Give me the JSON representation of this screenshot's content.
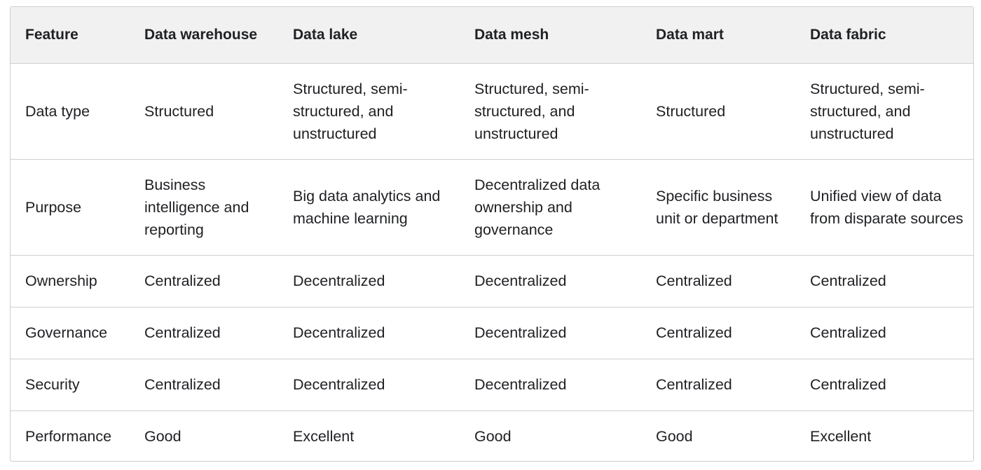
{
  "table": {
    "headers": [
      "Feature",
      "Data warehouse",
      "Data lake",
      "Data mesh",
      "Data mart",
      "Data fabric"
    ],
    "rows": [
      {
        "id": "datatype",
        "feature": "Data type",
        "cells": [
          "Structured",
          "Structured, semi-structured, and unstructured",
          "Structured, semi-structured, and unstructured",
          "Structured",
          "Structured, semi-structured, and unstructured"
        ]
      },
      {
        "id": "purpose",
        "feature": "Purpose",
        "cells": [
          "Business intelligence and reporting",
          "Big data analytics and machine learning",
          "Decentralized data ownership and governance",
          "Specific business unit or department",
          "Unified view of data from disparate sources"
        ]
      },
      {
        "id": "ownership",
        "feature": "Ownership",
        "cells": [
          "Centralized",
          "Decentralized",
          "Decentralized",
          "Centralized",
          "Centralized"
        ]
      },
      {
        "id": "governance",
        "feature": "Governance",
        "cells": [
          "Centralized",
          "Decentralized",
          "Decentralized",
          "Centralized",
          "Centralized"
        ]
      },
      {
        "id": "security",
        "feature": "Security",
        "cells": [
          "Centralized",
          "Decentralized",
          "Decentralized",
          "Centralized",
          "Centralized"
        ]
      },
      {
        "id": "performance",
        "feature": "Performance",
        "cells": [
          "Good",
          "Excellent",
          "Good",
          "Good",
          "Excellent"
        ]
      }
    ]
  },
  "colors": {
    "header_bg": "#f1f1f1",
    "border": "#cfcfcf",
    "text": "#202124"
  }
}
